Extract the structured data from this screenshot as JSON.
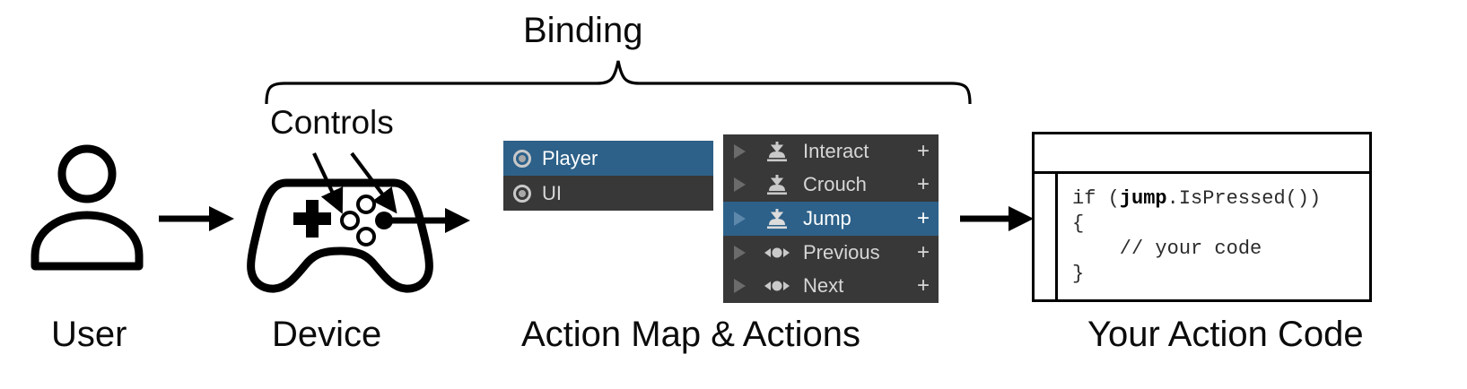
{
  "diagram": {
    "title_top": "Binding",
    "controls_label": "Controls",
    "stage_labels": {
      "user": "User",
      "device": "Device",
      "action_map": "Action Map & Actions",
      "code": "Your Action Code"
    },
    "colors": {
      "selection_blue": "#2d6189",
      "panel_dark": "#383838",
      "text_light": "#d6d6d6",
      "text_white": "#ffffff",
      "outline_black": "#000000"
    }
  },
  "action_map_panel": {
    "rows": [
      {
        "label": "Player",
        "icon": "action-map-icon",
        "selected": true
      },
      {
        "label": "UI",
        "icon": "action-map-icon",
        "selected": false
      }
    ]
  },
  "actions_panel": {
    "add_label": "+",
    "rows": [
      {
        "label": "Interact",
        "icon": "button-action-icon",
        "selected": false,
        "expander": "chevron-right-icon",
        "add": "+"
      },
      {
        "label": "Crouch",
        "icon": "button-action-icon",
        "selected": false,
        "expander": "chevron-right-icon",
        "add": "+"
      },
      {
        "label": "Jump",
        "icon": "button-action-icon",
        "selected": true,
        "expander": "chevron-right-icon",
        "add": "+"
      },
      {
        "label": "Previous",
        "icon": "axis-action-icon",
        "selected": false,
        "expander": "chevron-right-icon",
        "add": "+"
      },
      {
        "label": "Next",
        "icon": "axis-action-icon",
        "selected": false,
        "expander": "chevron-right-icon",
        "add": "+"
      }
    ]
  },
  "code_window": {
    "lines": [
      {
        "pre": "if (",
        "bold": "jump",
        "post": ".IsPressed())"
      },
      {
        "pre": "{",
        "bold": "",
        "post": ""
      },
      {
        "pre": "    // your code",
        "bold": "",
        "post": ""
      },
      {
        "pre": "}",
        "bold": "",
        "post": ""
      }
    ]
  }
}
